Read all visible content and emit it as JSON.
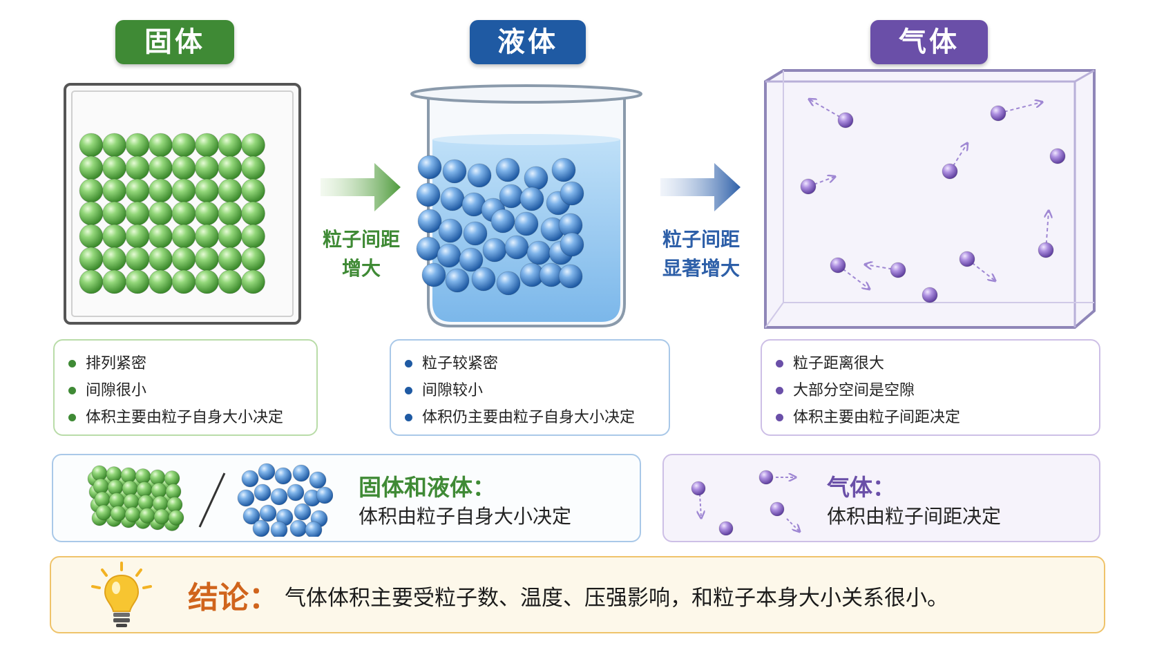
{
  "states": {
    "solid": {
      "label": "固体",
      "color": "#3f8a35",
      "points": [
        "排列紧密",
        "间隙很小",
        "体积主要由粒子自身大小决定"
      ]
    },
    "liquid": {
      "label": "液体",
      "color": "#1f5aa3",
      "points": [
        "粒子较紧密",
        "间隙较小",
        "体积仍主要由粒子自身大小决定"
      ]
    },
    "gas": {
      "label": "气体",
      "color": "#6a4fa8",
      "points": [
        "粒子距离很大",
        "大部分空间是空隙",
        "体积主要由粒子间距决定"
      ]
    }
  },
  "arrows": {
    "solid_to_liquid": {
      "line1": "粒子间距",
      "line2": "增大",
      "color": "#3f8a35"
    },
    "liquid_to_gas": {
      "line1": "粒子间距",
      "line2": "显著增大",
      "color": "#2d5fa8"
    }
  },
  "summary": {
    "left": {
      "title": "固体和液体：",
      "text": "体积由粒子自身大小决定",
      "color": "#3f8a35"
    },
    "right": {
      "title": "气体：",
      "text": "体积由粒子间距决定",
      "color": "#6a4fa8"
    }
  },
  "conclusion": {
    "label": "结论：",
    "text": "气体体积主要受粒子数、温度、压强影响，和粒子本身大小关系很小。",
    "icon": "lightbulb-icon"
  },
  "colors": {
    "solid_card_border": "#b9dca8",
    "liquid_card_border": "#a9c8e8",
    "gas_card_border": "#cdbfe6",
    "conclusion_label": "#d0641c"
  }
}
